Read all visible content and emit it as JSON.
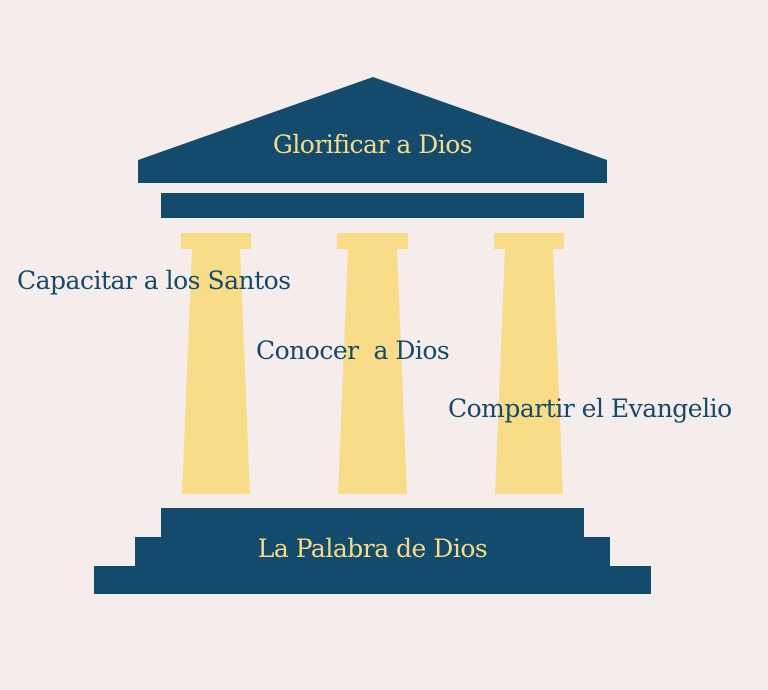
{
  "colors": {
    "background": "#f5ecec",
    "structure": "#124b6b",
    "columns": "#f8dc88",
    "text_on_structure": "#f6da86",
    "text_on_background": "#154a6b"
  },
  "temple": {
    "roof_label": "Glorificar a Dios",
    "base_label": "La Palabra de Dios",
    "pillars": [
      {
        "label": "Capacitar a los Santos"
      },
      {
        "label": "Conocer  a Dios"
      },
      {
        "label": "Compartir el Evangelio"
      }
    ]
  }
}
